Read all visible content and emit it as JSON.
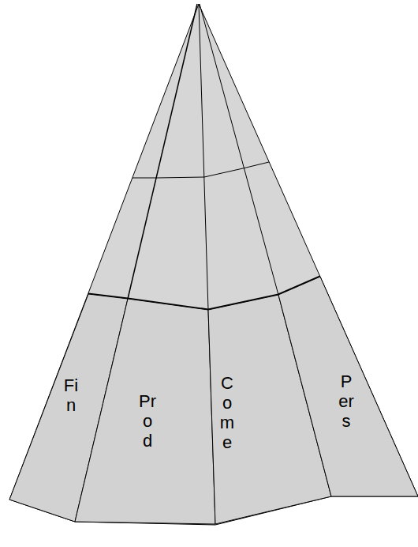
{
  "diagram": {
    "nodes": [
      {
        "text": [
          "Fin"
        ]
      },
      {
        "text": [
          "Prod"
        ]
      },
      {
        "text": [
          "Come"
        ]
      },
      {
        "text": [
          "Pers"
        ]
      }
    ]
  }
}
